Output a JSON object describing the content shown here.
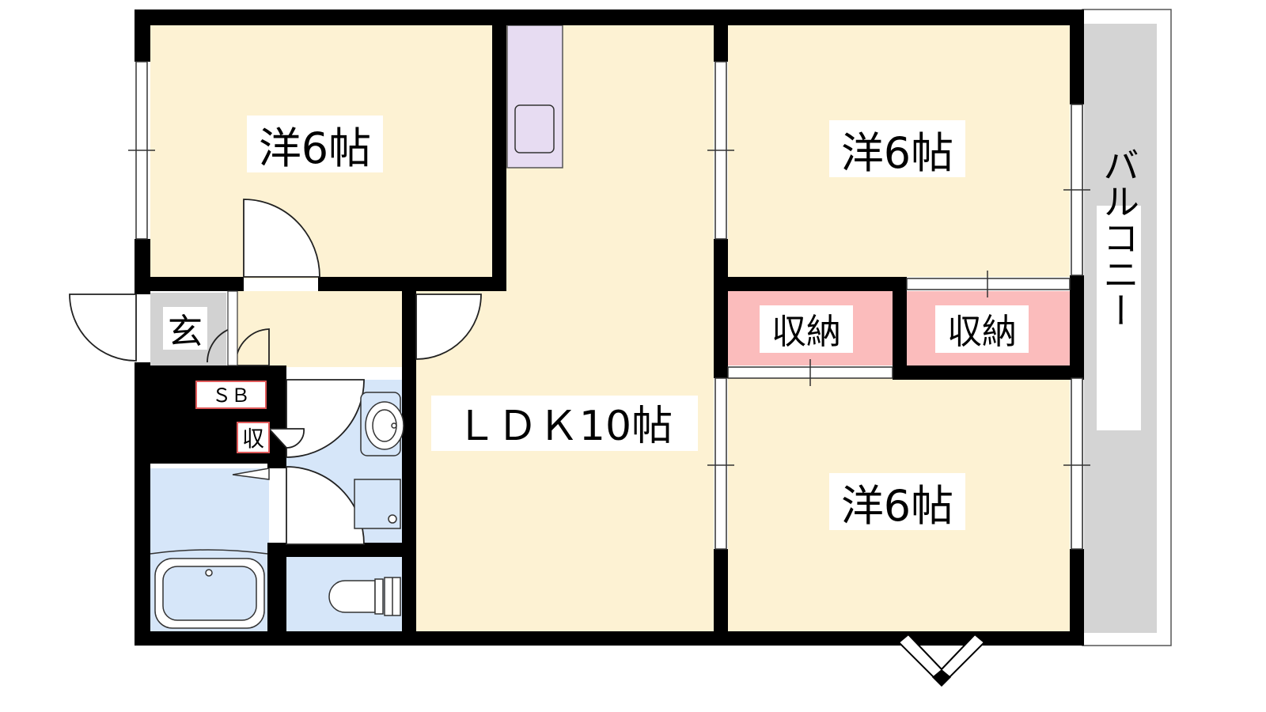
{
  "colors": {
    "room": "#fdf2d3",
    "kitchen": "#e7dcf2",
    "wet_area": "#d6e6f9",
    "storage": "#fbbcbc",
    "entrance": "#d2d2d2",
    "balcony": "#d4d4d4",
    "wall": "#000000"
  },
  "rooms": {
    "western_top_left": "洋6帖",
    "western_top_right": "洋6帖",
    "western_bottom_right": "洋6帖",
    "ldk": "ＬＤＫ10帖",
    "storage_left": "収納",
    "storage_right": "収納",
    "entrance": "玄",
    "shoe_box": "ＳＢ",
    "small_storage": "収",
    "balcony": "バルコニー"
  },
  "icons": {
    "sink": "washbasin-icon",
    "bathtub": "bathtub-icon",
    "toilet": "toilet-icon",
    "washer": "washing-machine-icon"
  }
}
